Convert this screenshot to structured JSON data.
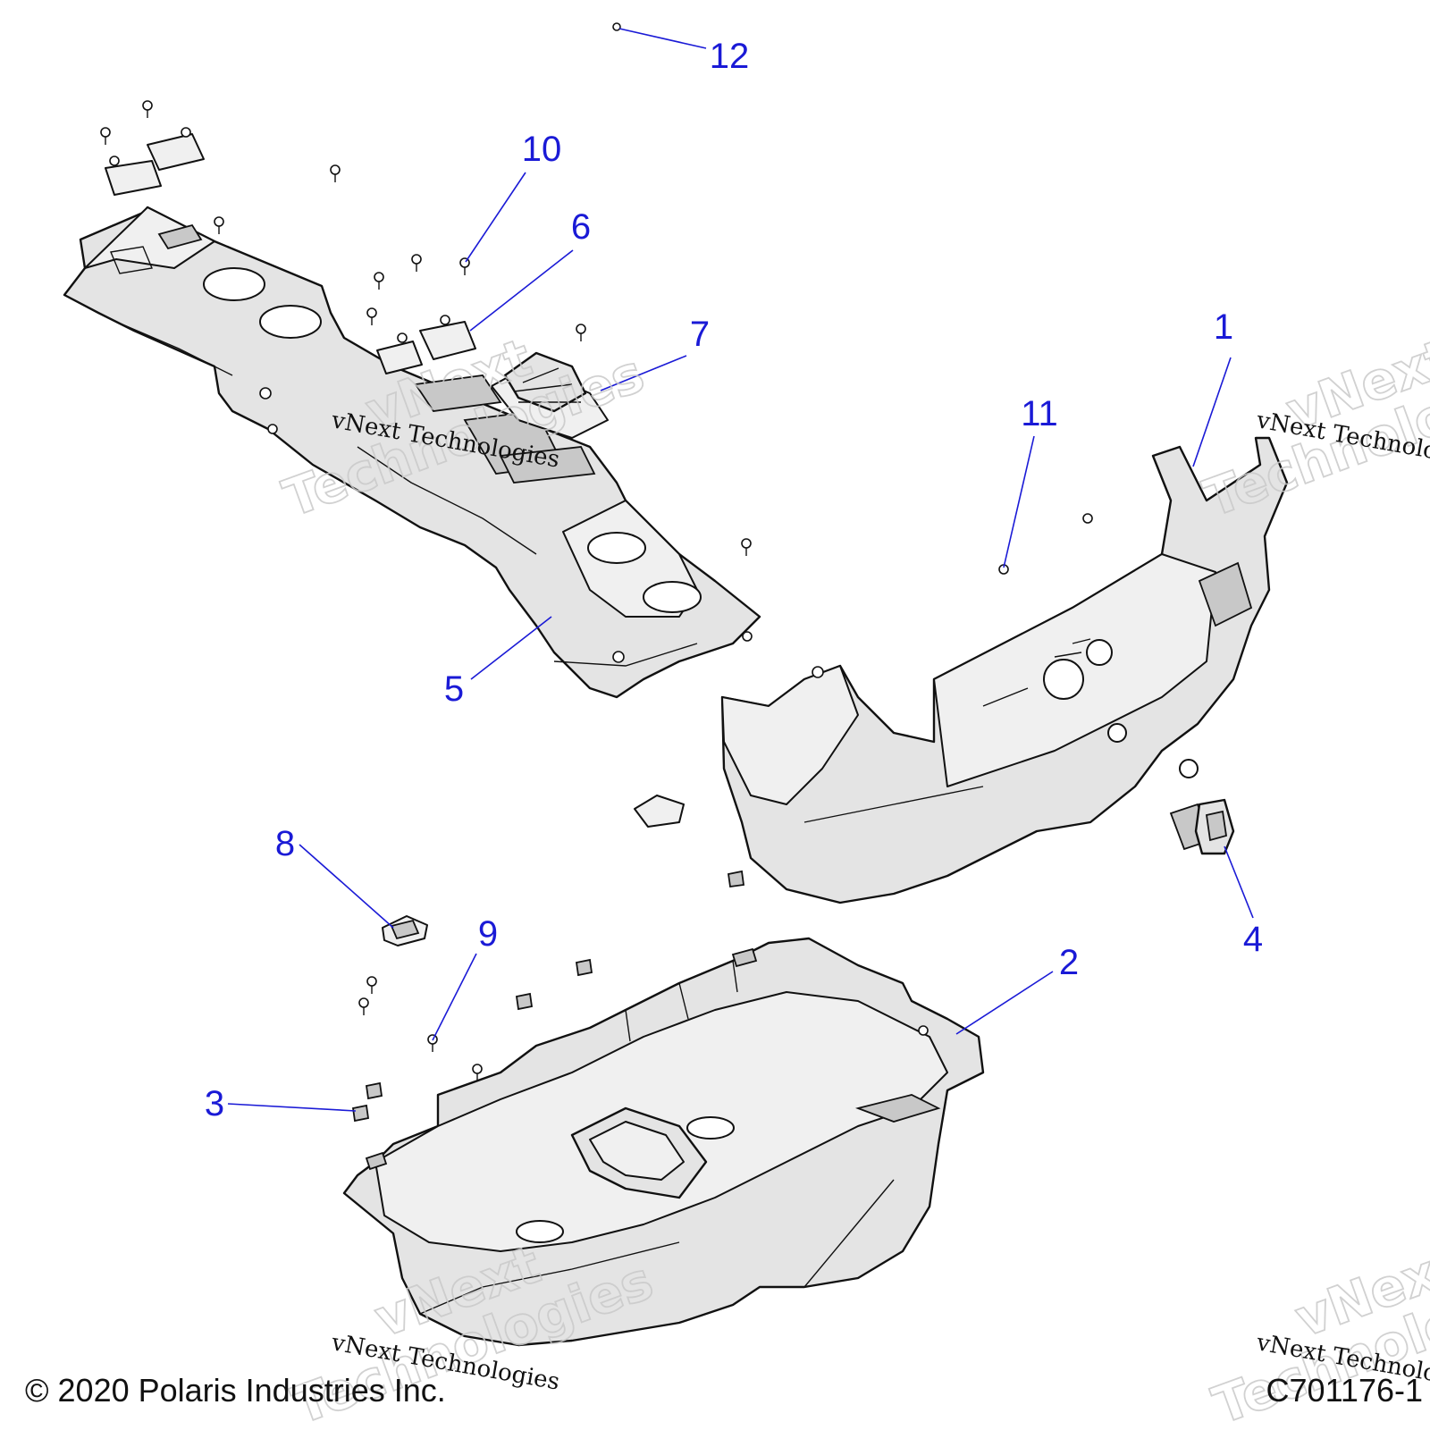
{
  "diagram": {
    "callouts": [
      {
        "id": "1",
        "label": "1"
      },
      {
        "id": "2",
        "label": "2"
      },
      {
        "id": "3",
        "label": "3"
      },
      {
        "id": "4",
        "label": "4"
      },
      {
        "id": "5",
        "label": "5"
      },
      {
        "id": "6",
        "label": "6"
      },
      {
        "id": "7",
        "label": "7"
      },
      {
        "id": "8",
        "label": "8"
      },
      {
        "id": "9",
        "label": "9"
      },
      {
        "id": "10",
        "label": "10"
      },
      {
        "id": "11",
        "label": "11"
      },
      {
        "id": "12",
        "label": "12"
      }
    ],
    "watermark": {
      "small": "vNext Technologies",
      "big_line1": "vNext",
      "big_line2": "Technologies"
    },
    "footer": {
      "copyright": "© 2020 Polaris Industries Inc.",
      "drawing_id": "C701176-1"
    },
    "colors": {
      "callout": "#1a1ad6",
      "line": "#111111",
      "part_fill": "#e4e4e4"
    }
  }
}
